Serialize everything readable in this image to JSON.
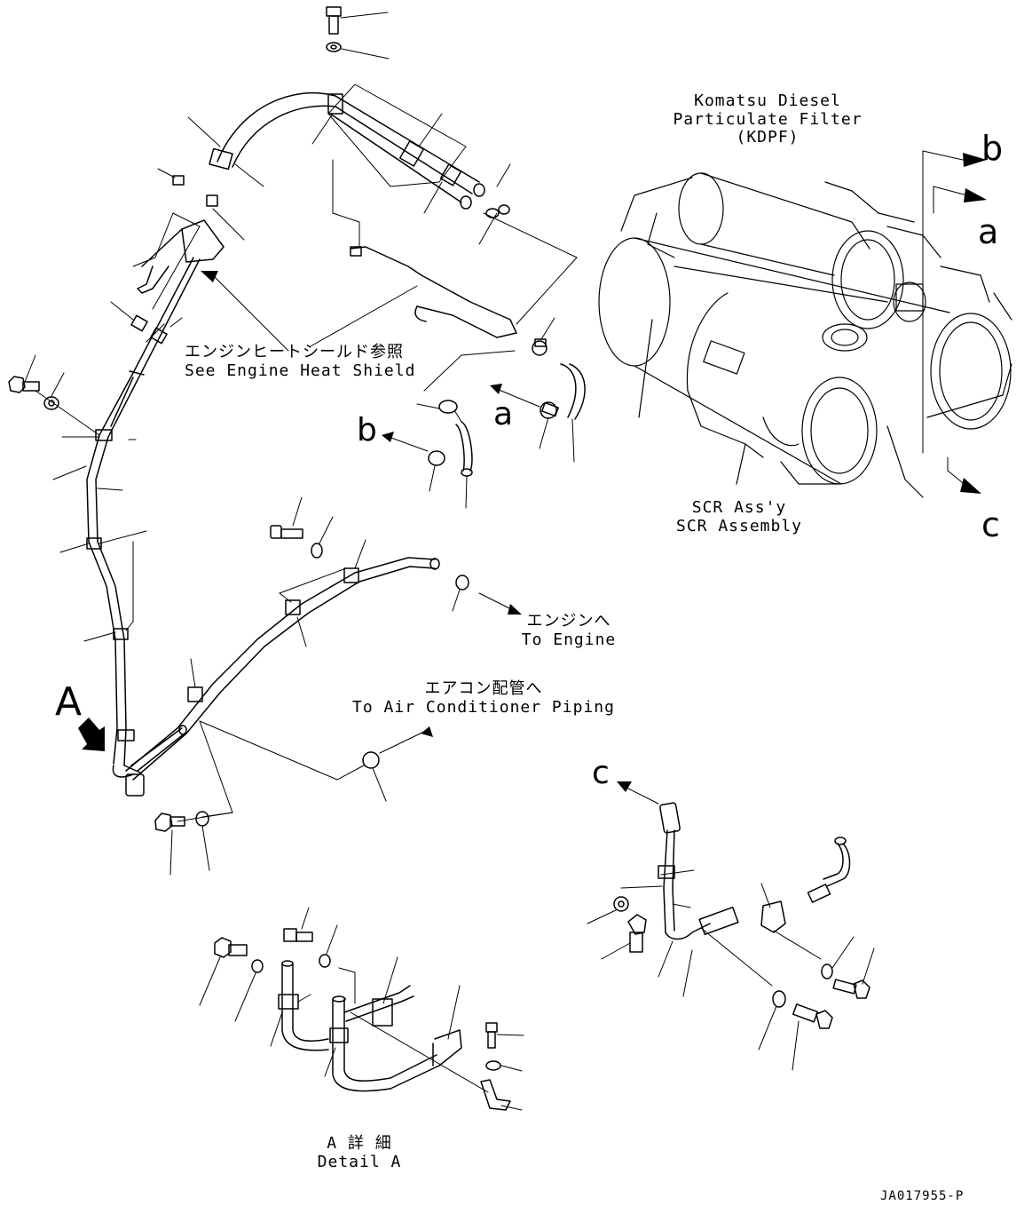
{
  "kdpf": {
    "line1": "Komatsu Diesel",
    "line2": "Particulate Filter",
    "line3": "(KDPF)"
  },
  "scr": {
    "line1": "SCR Ass'y",
    "line2": "SCR Assembly"
  },
  "heat_shield": {
    "ja": "エンジンヒートシールド参照",
    "en": "See Engine Heat Shield"
  },
  "to_engine": {
    "ja": "エンジンへ",
    "en": "To Engine"
  },
  "to_aircon": {
    "ja": "エアコン配管へ",
    "en": "To Air Conditioner Piping"
  },
  "detail": {
    "ja": "A 詳 細",
    "en": "Detail A"
  },
  "letters": {
    "a": "a",
    "b": "b",
    "c": "c",
    "A": "A"
  },
  "drawing_number": "JA017955-P"
}
